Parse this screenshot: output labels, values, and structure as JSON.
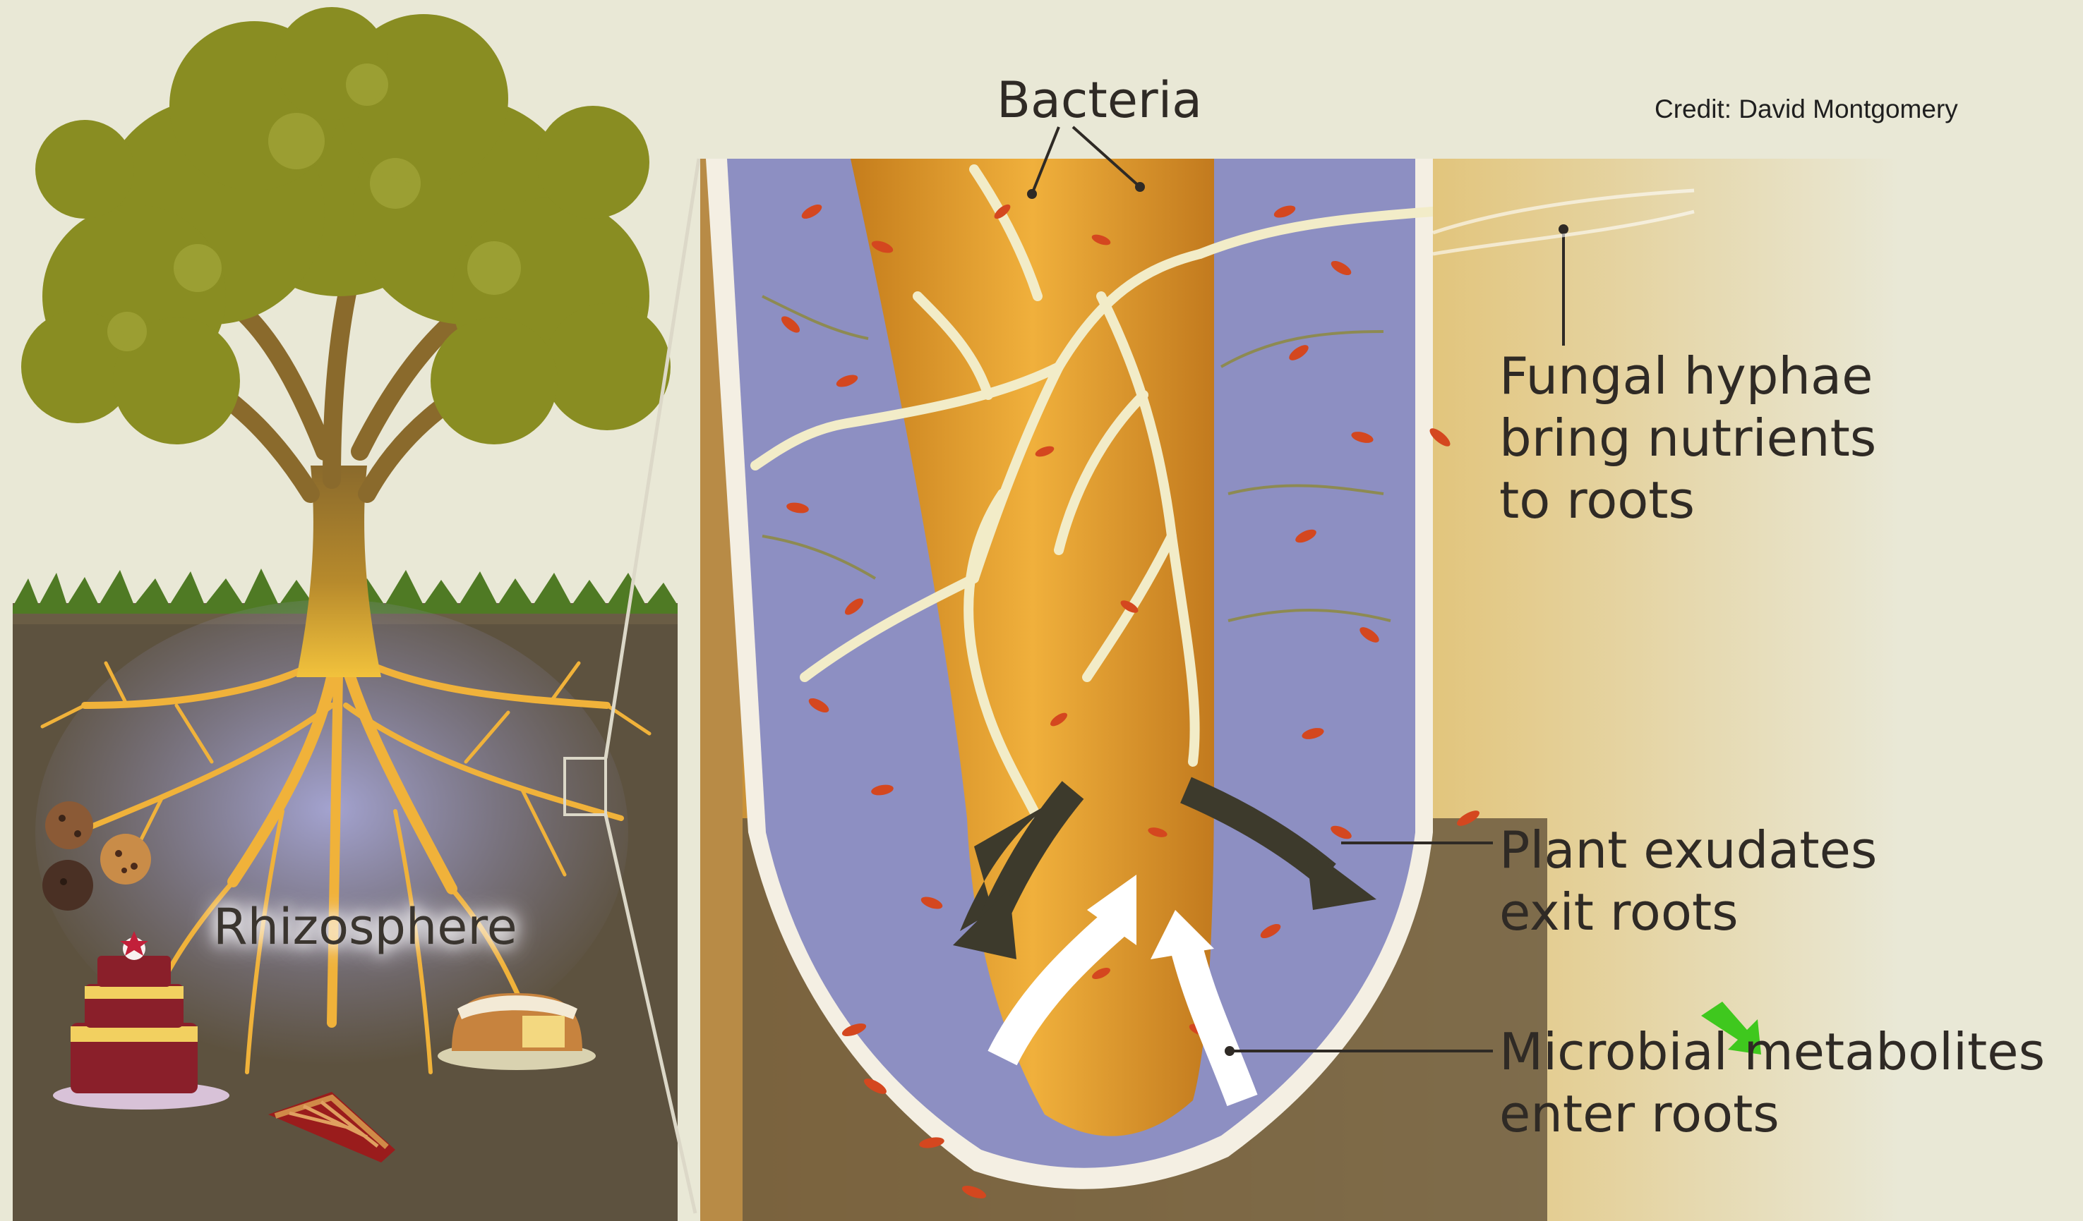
{
  "labels": {
    "bacteria": "Bacteria",
    "fungal": [
      "Fungal hyphae",
      "bring nutrients",
      "to roots"
    ],
    "exudates": [
      "Plant exudates",
      "exit roots"
    ],
    "metabolites": [
      "Microbial metabolites",
      "enter roots"
    ],
    "rhizosphere": "Rhizosphere",
    "credit": "Credit:  David Montgomery"
  },
  "colors": {
    "background": "#e9e8d6",
    "foliage": "#8a8d22",
    "soil": "#5e5340",
    "root": "#f0b43a",
    "rhizosphere_halo": "#8c92c8",
    "bacteria": "#d4471f",
    "hyphae": "#f2ecc8",
    "arrow_dark": "#3d3a2c",
    "arrow_light": "#ffffff",
    "pointer": "#3fc81e"
  },
  "icons": [
    "tree-illustration",
    "cookie-icon",
    "layer-cake-icon",
    "bundt-cake-icon",
    "pie-slice-icon",
    "green-arrow-icon"
  ]
}
